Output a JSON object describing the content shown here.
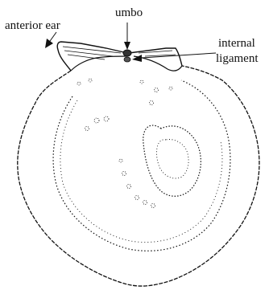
{
  "labels": {
    "anterior_ear": "anterior ear",
    "umbo": "umbo",
    "internal_ligament_line1": "internal",
    "internal_ligament_line2": "ligament"
  },
  "colors": {
    "ink": "#111111",
    "background": "#ffffff"
  }
}
